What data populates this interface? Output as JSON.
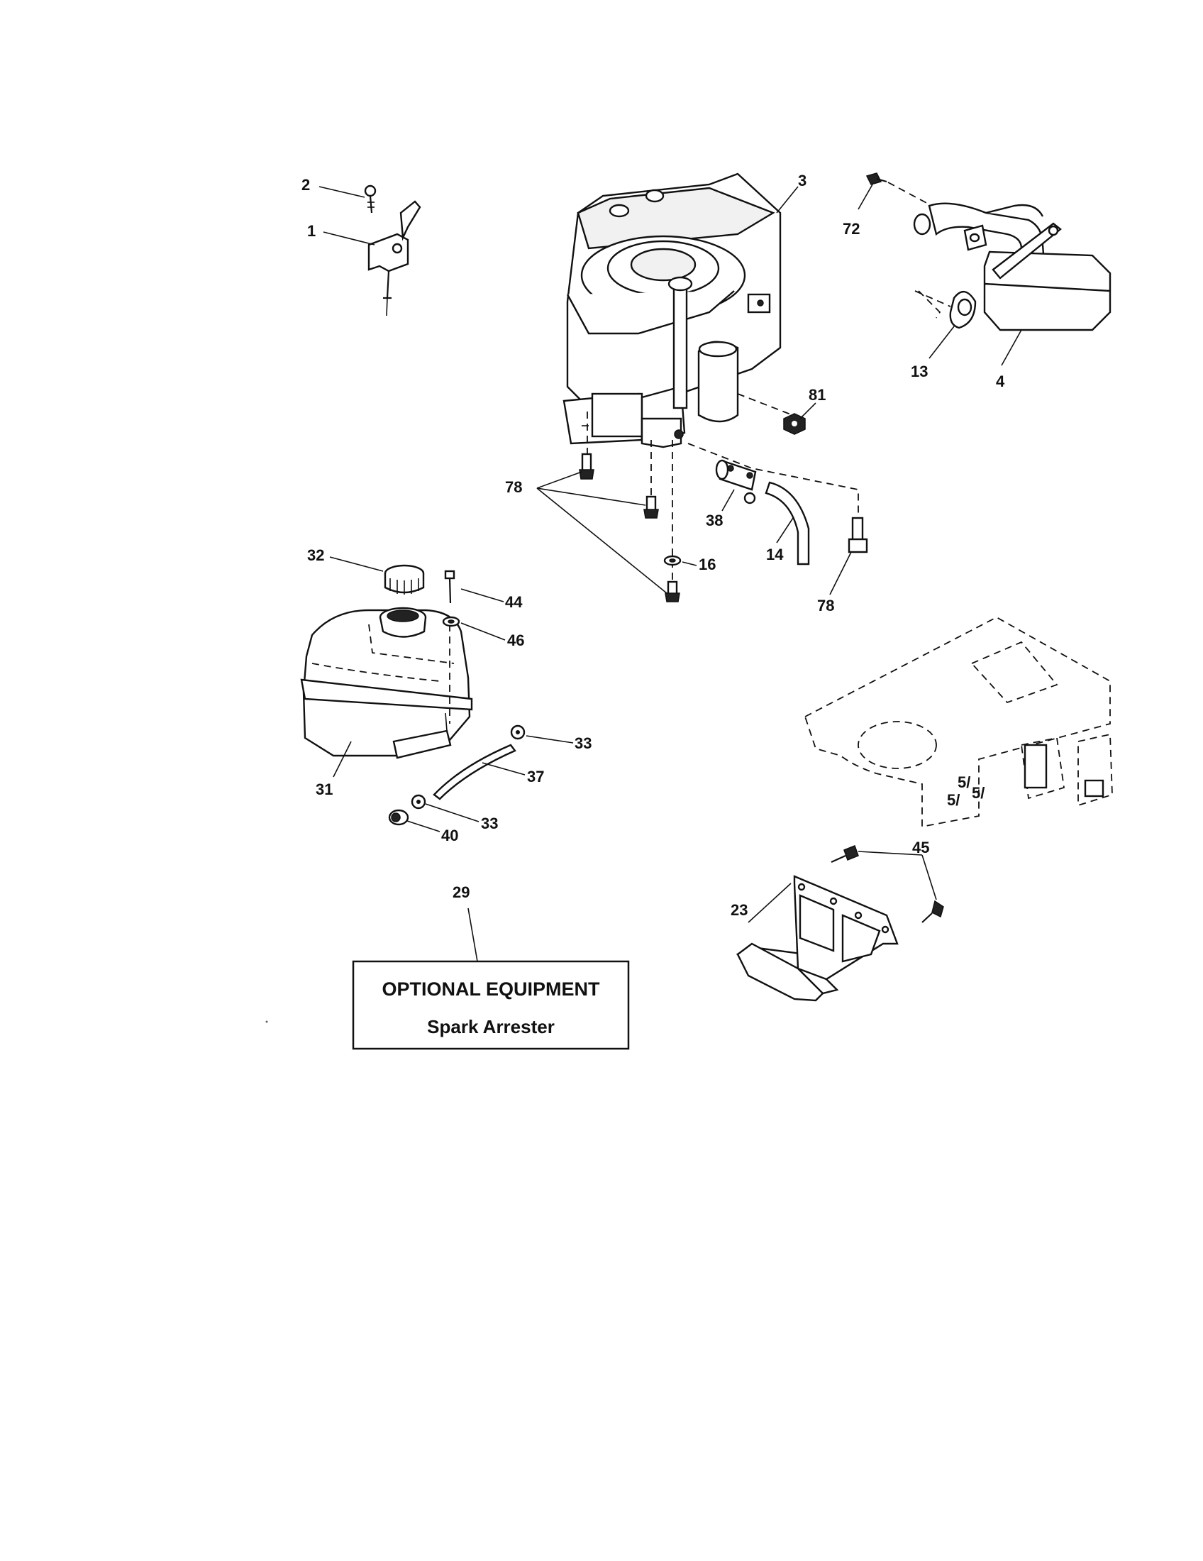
{
  "callouts": {
    "c1": "1",
    "c2": "2",
    "c3": "3",
    "c4": "4",
    "c13": "13",
    "c14": "14",
    "c16": "16",
    "c23": "23",
    "c29": "29",
    "c31": "31",
    "c32": "32",
    "c33a": "33",
    "c33b": "33",
    "c37": "37",
    "c38": "38",
    "c40": "40",
    "c44": "44",
    "c45": "45",
    "c46": "46",
    "c72": "72",
    "c78a": "78",
    "c78b": "78",
    "c81": "81"
  },
  "optional_box": {
    "line1": "OPTIONAL EQUIPMENT",
    "line2": "Spark Arrester"
  }
}
